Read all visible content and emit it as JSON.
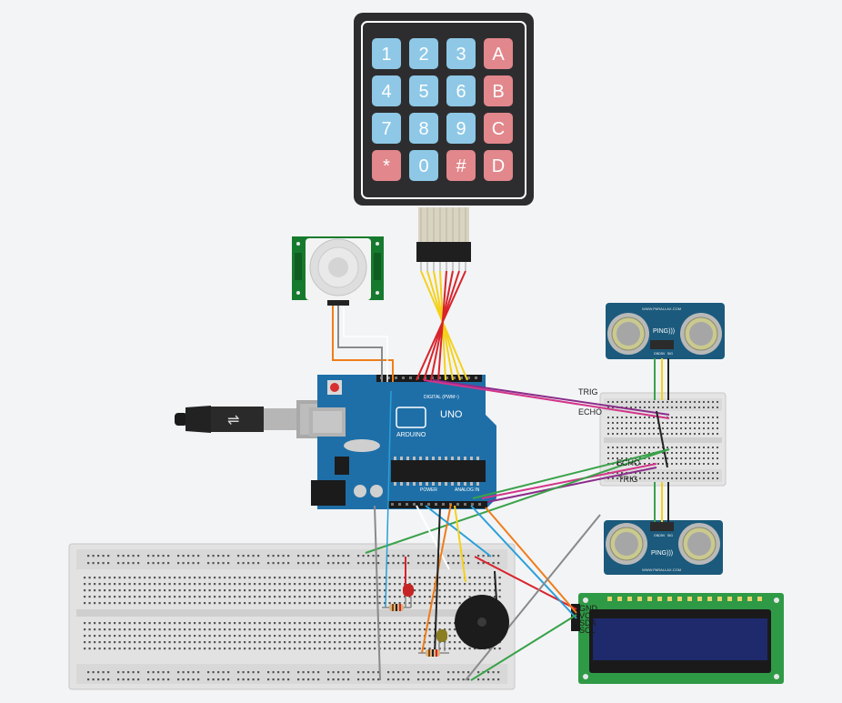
{
  "keypad": {
    "keys": [
      {
        "label": "1",
        "kind": "num"
      },
      {
        "label": "2",
        "kind": "num"
      },
      {
        "label": "3",
        "kind": "num"
      },
      {
        "label": "A",
        "kind": "letter"
      },
      {
        "label": "4",
        "kind": "num"
      },
      {
        "label": "5",
        "kind": "num"
      },
      {
        "label": "6",
        "kind": "num"
      },
      {
        "label": "B",
        "kind": "letter"
      },
      {
        "label": "7",
        "kind": "num"
      },
      {
        "label": "8",
        "kind": "num"
      },
      {
        "label": "9",
        "kind": "num"
      },
      {
        "label": "C",
        "kind": "letter"
      },
      {
        "label": "*",
        "kind": "letter"
      },
      {
        "label": "0",
        "kind": "num"
      },
      {
        "label": "#",
        "kind": "letter"
      },
      {
        "label": "D",
        "kind": "letter"
      }
    ],
    "num_color": "#8ec8e6",
    "letter_color": "#e2878c"
  },
  "arduino": {
    "brand": "ARDUINO",
    "model": "UNO",
    "digital_label": "DIGITAL (PWM~)",
    "power_label": "POWER",
    "analog_label": "ANALOG IN",
    "board_color": "#1e6fa8"
  },
  "ultrasonic_top": {
    "label": "PING)))",
    "brand": "WWW.PARALLAX.COM",
    "pins": [
      "GND",
      "5V",
      "SIG"
    ]
  },
  "ultrasonic_bottom": {
    "label": "PING)))",
    "brand": "WWW.PARALLAX.COM",
    "pins": [
      "GND",
      "5V",
      "SIG"
    ]
  },
  "wire_labels": {
    "top_trig": "TRIG",
    "top_echo": "ECHO",
    "bottom_echo": "ECHO",
    "bottom_trig": "TRIG"
  },
  "lcd": {
    "pin_labels": [
      "GND",
      "VCC",
      "SDA",
      "SCL"
    ],
    "board_color": "#2f9a46"
  },
  "pir": {
    "board_color": "#167a2e"
  },
  "colors": {
    "wire_red": "#d8232a",
    "wire_yellow": "#f4d11a",
    "wire_purple": "#8a2d8a",
    "wire_green": "#3aa24a",
    "wire_orange": "#ef7d1a",
    "wire_blue": "#2aa0d8",
    "wire_gray": "#8a8a8a",
    "wire_white": "#ffffff",
    "wire_black": "#222222"
  }
}
